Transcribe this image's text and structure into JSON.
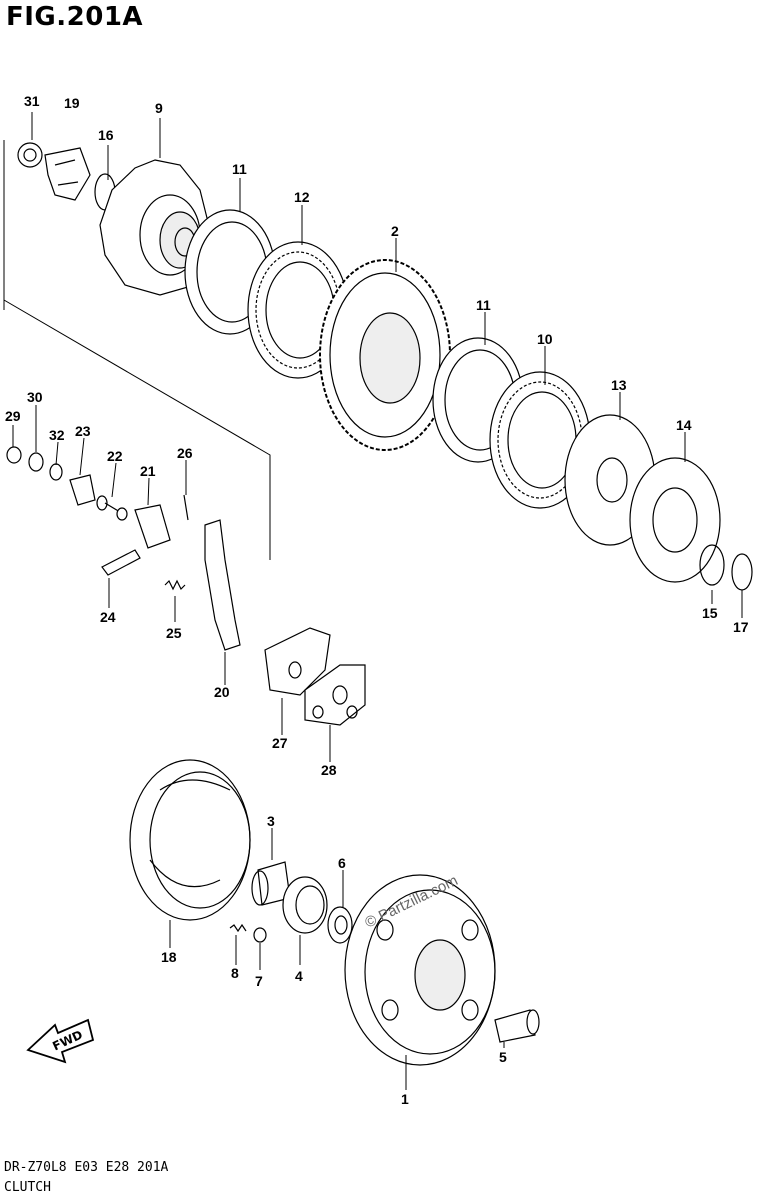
{
  "figure": {
    "title": "FIG.201A",
    "code": "DR-Z70L8  E03  E28  201A",
    "name": "CLUTCH",
    "watermark": "© Partzilla.com",
    "fwd_label": "FWD"
  },
  "callouts": {
    "c1": "1",
    "c2": "2",
    "c3": "3",
    "c4": "4",
    "c5": "5",
    "c6": "6",
    "c7": "7",
    "c8": "8",
    "c9": "9",
    "c10": "10",
    "c11a": "11",
    "c11b": "11",
    "c12": "12",
    "c13": "13",
    "c14": "14",
    "c15": "15",
    "c16": "16",
    "c17": "17",
    "c18": "18",
    "c19": "19",
    "c20": "20",
    "c21": "21",
    "c22": "22",
    "c23": "23",
    "c24": "24",
    "c25": "25",
    "c26": "26",
    "c27": "27",
    "c28": "28",
    "c29": "29",
    "c30": "30",
    "c31": "31",
    "c32": "32"
  },
  "colors": {
    "line": "#000000",
    "watermark": "#666666",
    "fill": "#ffffff",
    "shade": "#d8d8d8"
  }
}
